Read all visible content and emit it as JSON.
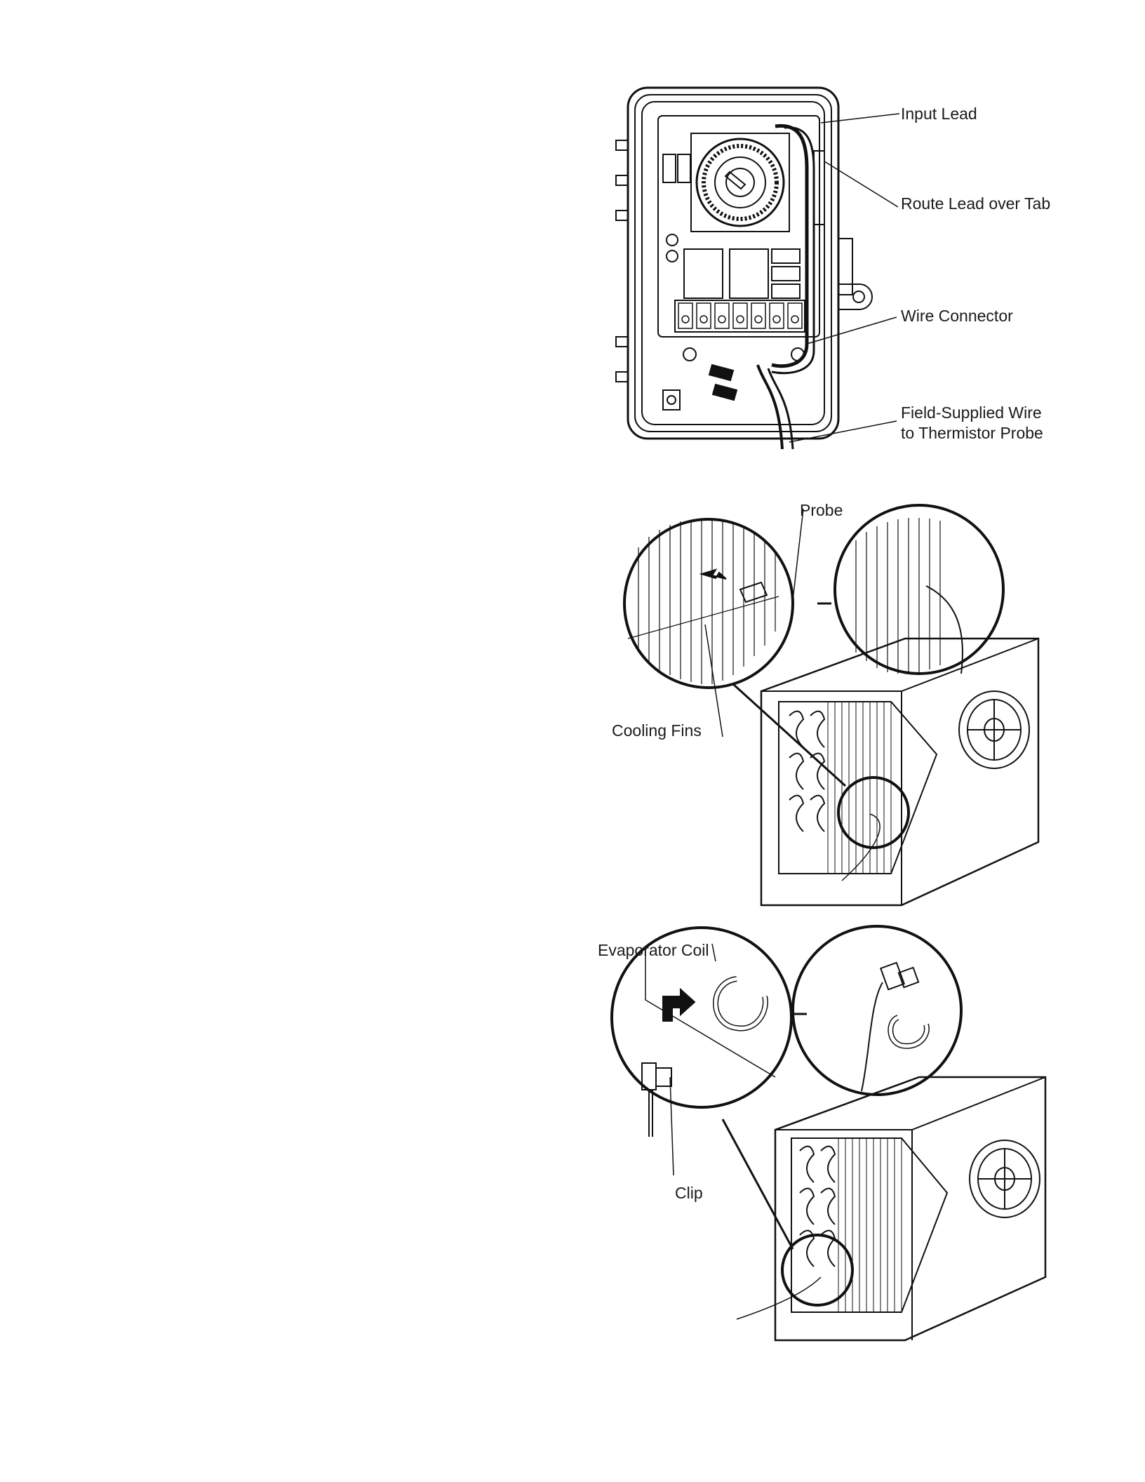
{
  "figure1": {
    "labels": {
      "input_lead": "Input Lead",
      "route_lead": "Route Lead over Tab",
      "wire_connector": "Wire Connector",
      "field_wire_line1": "Field-Supplied Wire",
      "field_wire_line2": "to Thermistor Probe"
    }
  },
  "figure2": {
    "labels": {
      "probe": "Probe",
      "cooling_fins": "Cooling Fins"
    }
  },
  "figure3": {
    "labels": {
      "evaporator_coil": "Evaporator Coil",
      "clip": "Clip"
    }
  }
}
